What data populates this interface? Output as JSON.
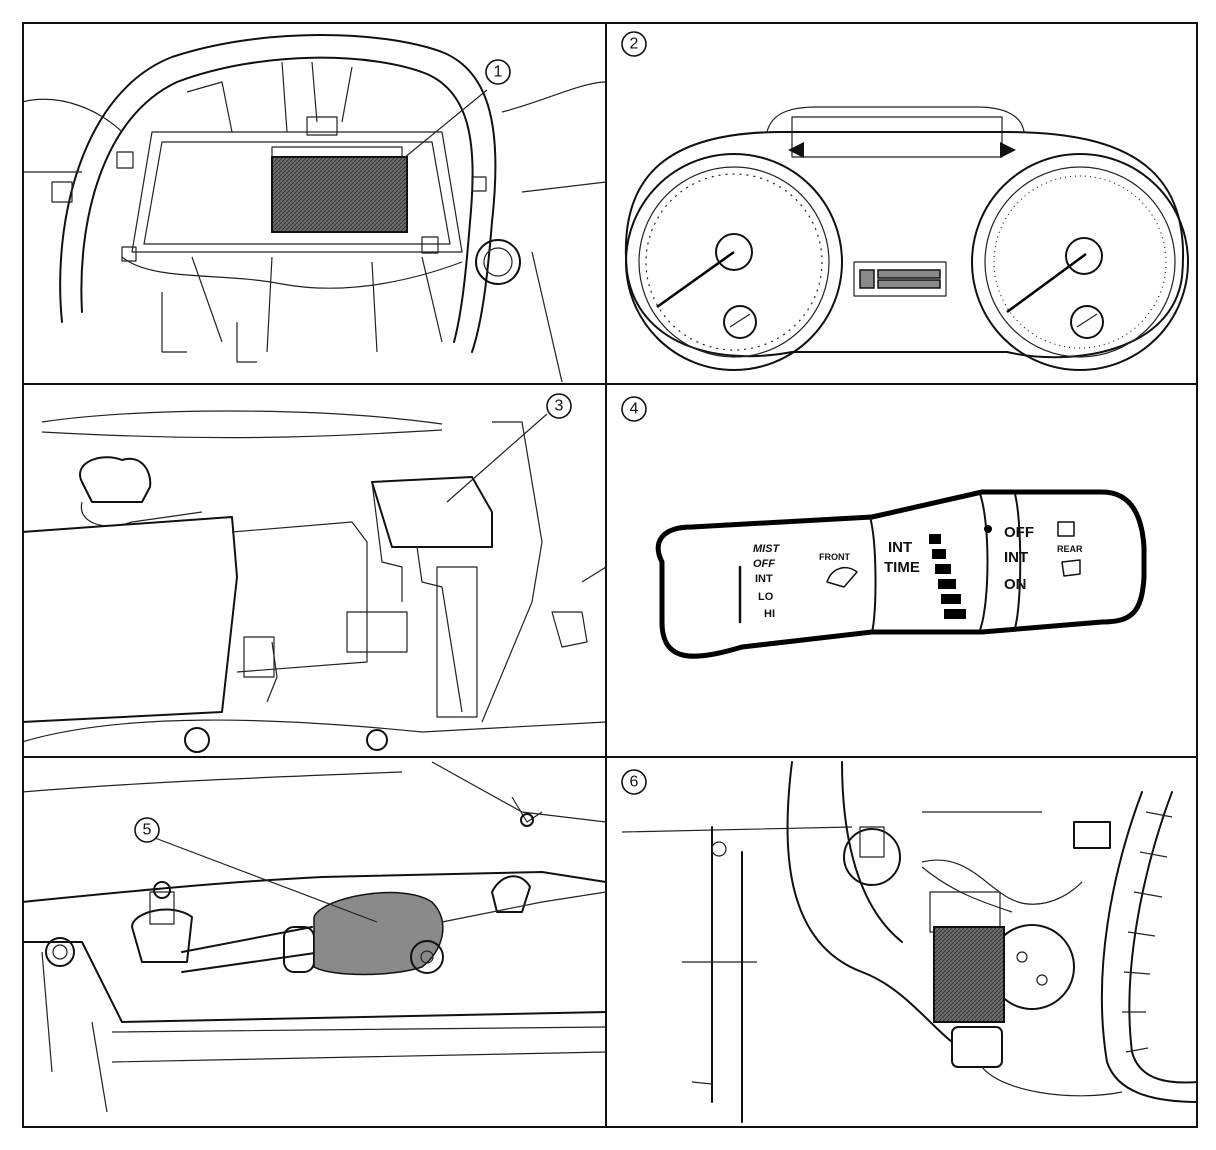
{
  "callouts": [
    "1",
    "2",
    "3",
    "4",
    "5",
    "6"
  ],
  "switch_labels": {
    "mist": "MIST",
    "off_left": "OFF",
    "int_left": "INT",
    "lo": "LO",
    "hi": "HI",
    "front": "FRONT",
    "int_time_1": "INT",
    "int_time_2": "TIME",
    "off_right": "OFF",
    "int_right": "INT",
    "on": "ON",
    "rear": "REAR"
  },
  "colors": {
    "line": "#111111",
    "fill_gray": "#8a8a8a",
    "background": "#ffffff"
  }
}
